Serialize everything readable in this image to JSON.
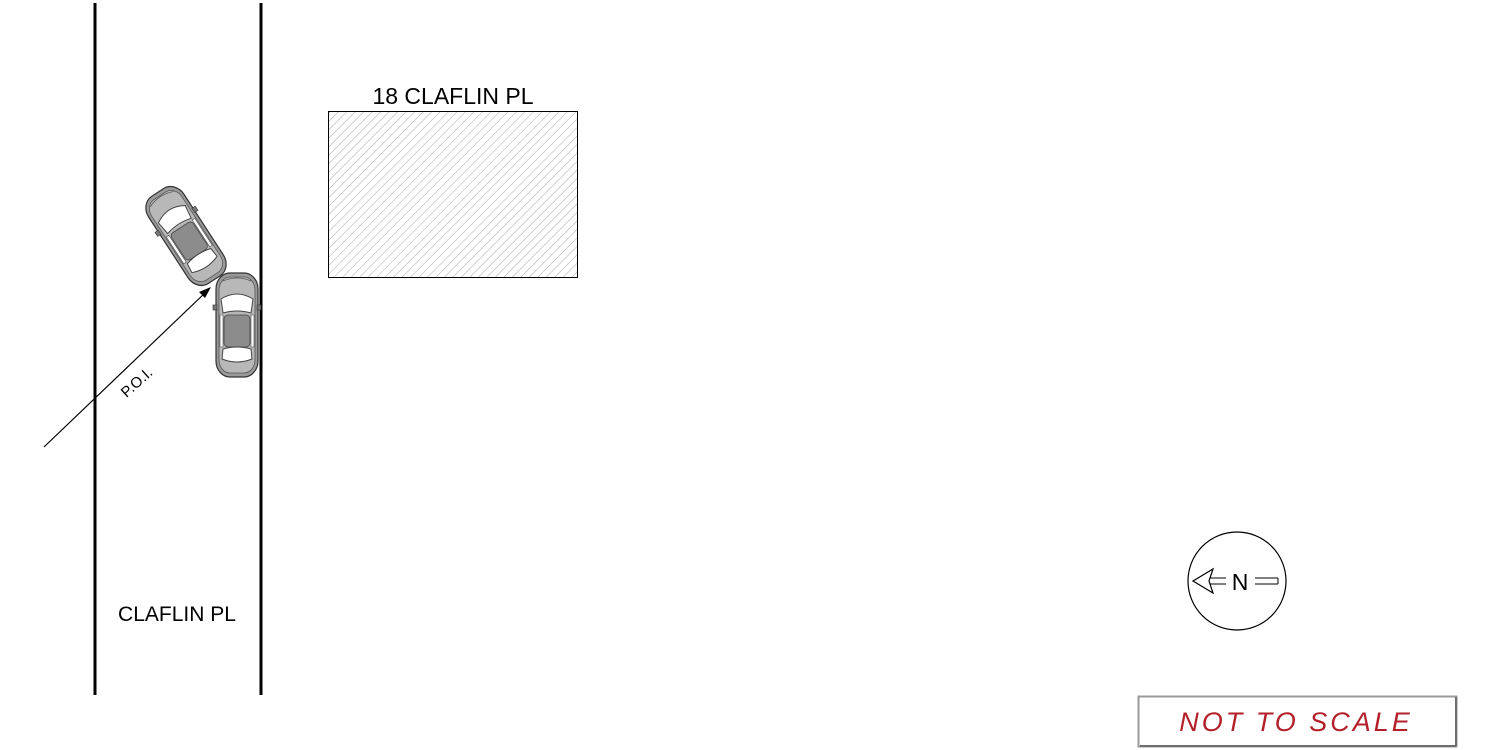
{
  "street": {
    "label": "CLAFLIN PL"
  },
  "building": {
    "label": "18 CLAFLIN PL"
  },
  "impact": {
    "label": "P.O.I."
  },
  "compass": {
    "label": "N"
  },
  "scale_note": {
    "text": "NOT TO SCALE"
  },
  "colors": {
    "line": "#000000",
    "building_hatch": "#9a9a9a",
    "vehicle_body": "#8c8c8c",
    "vehicle_glass": "#ffffff",
    "scale_note_text": "#b3202a",
    "scale_note_border": "#8a8a8a"
  },
  "icons": [
    "vehicle-icon",
    "north-arrow-icon",
    "poi-arrow-icon"
  ]
}
